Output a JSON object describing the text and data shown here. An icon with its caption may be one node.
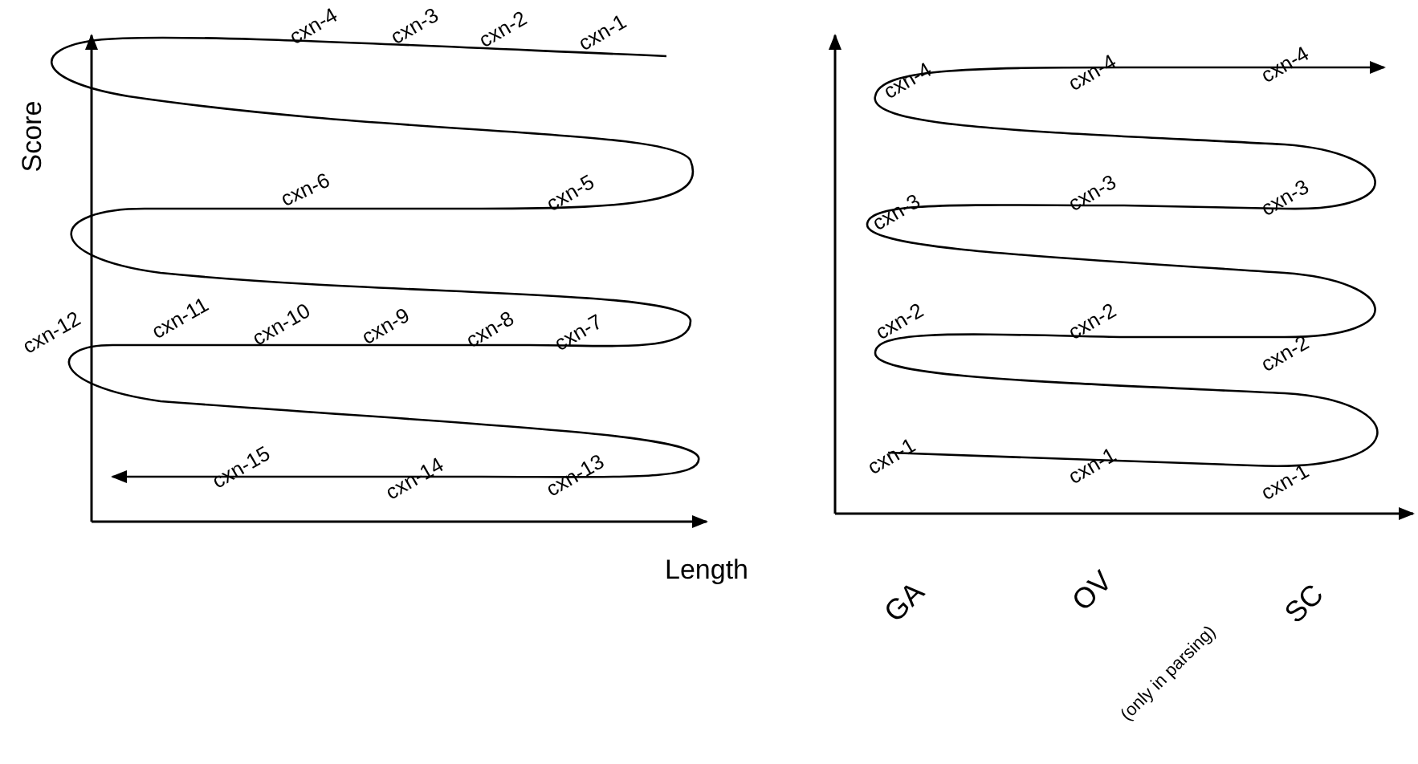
{
  "diagram": {
    "labels": [
      "cxn-4",
      "cxn-3",
      "cxn-2",
      "cxn-1",
      "cxn-6",
      "cxn-5",
      "cxn-12",
      "cxn-11",
      "cxn-10",
      "cxn-9",
      "cxn-8",
      "cxn-7",
      "cxn-15",
      "cxn-14",
      "cxn-13",
      "Score",
      "Length",
      "cxn-4",
      "cxn-4",
      "cxn-4",
      "cxn-3",
      "cxn-3",
      "cxn-3",
      "cxn-2",
      "cxn-2",
      "cxn-2",
      "cxn-1",
      "cxn-1",
      "cxn-1",
      "GA",
      "OV",
      "(only in parsing)",
      "SC"
    ]
  }
}
